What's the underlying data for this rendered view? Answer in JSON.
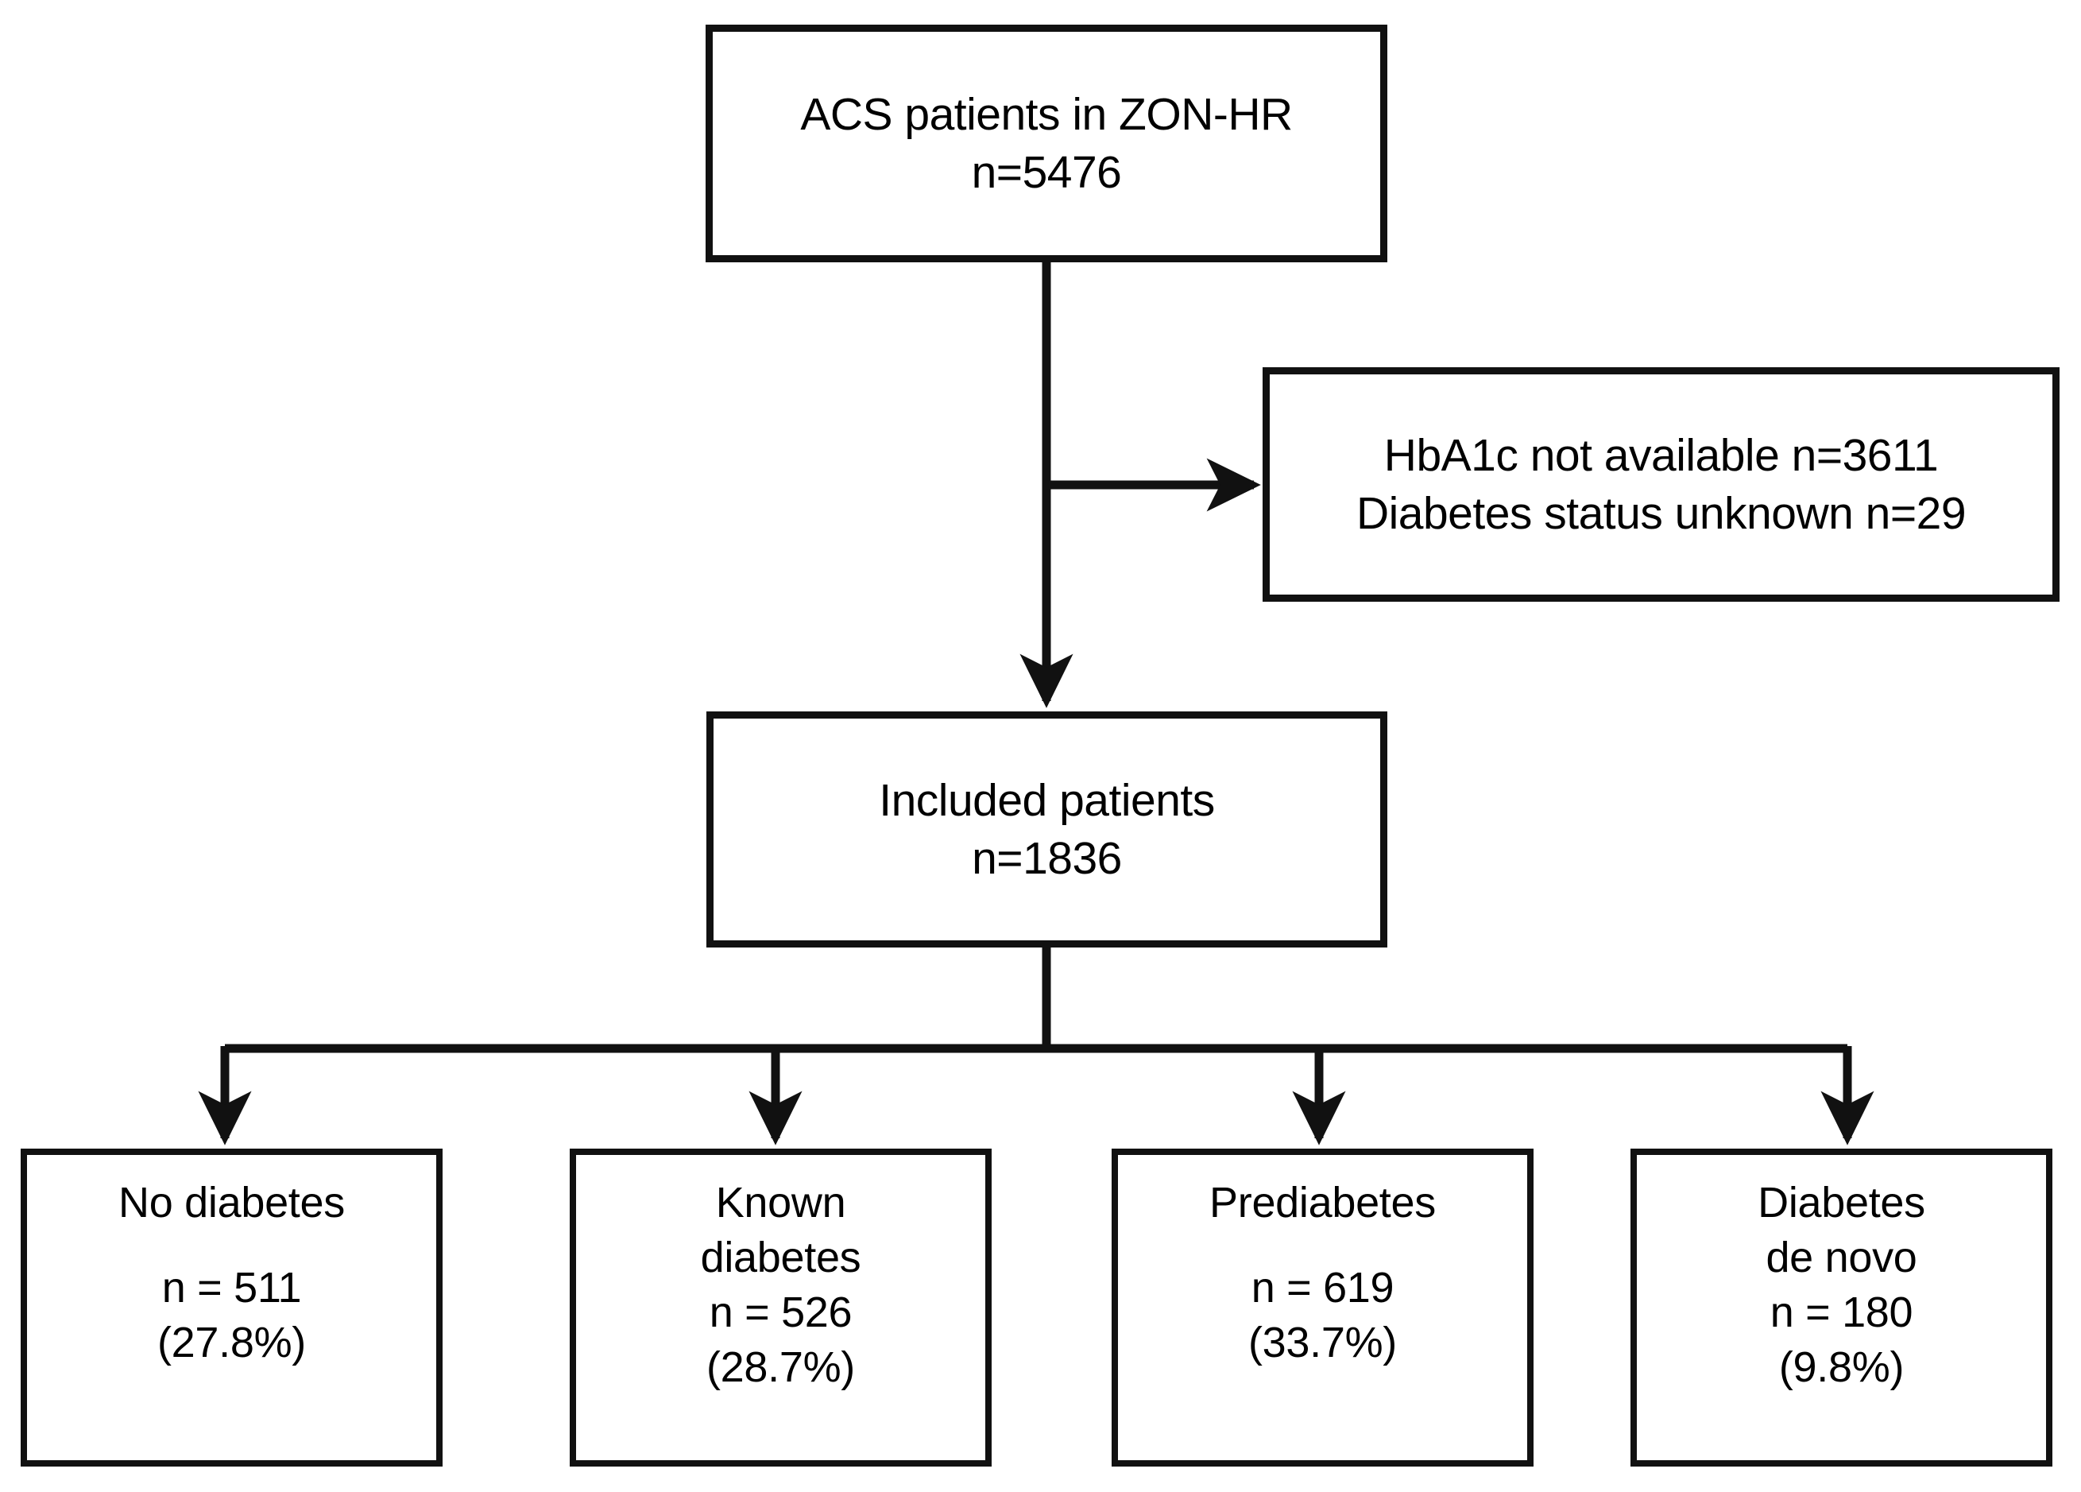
{
  "diagram": {
    "type": "flowchart",
    "orientation": "top-down",
    "colors": {
      "stroke": "#111111",
      "fill": "#ffffff",
      "text": "#000000"
    },
    "nodes": {
      "source": {
        "id": "source",
        "line1": "ACS patients in ZON-HR",
        "line2": "n=5476",
        "count": 5476
      },
      "excluded": {
        "id": "excluded",
        "line1": "HbA1c not available n=3611",
        "line2": "Diabetes status unknown n=29",
        "hba1c_not_available": 3611,
        "diabetes_status_unknown": 29
      },
      "included": {
        "id": "included",
        "line1": "Included patients",
        "line2": "n=1836",
        "count": 1836
      }
    },
    "leaves": [
      {
        "id": "no-diabetes",
        "title_line1": "No diabetes",
        "title_line2": "",
        "count_label": "n = 511",
        "percent_label": "(27.8%)",
        "count": 511,
        "percent": 27.8
      },
      {
        "id": "known-diabetes",
        "title_line1": "Known",
        "title_line2": "diabetes",
        "count_label": "n = 526",
        "percent_label": "(28.7%)",
        "count": 526,
        "percent": 28.7
      },
      {
        "id": "prediabetes",
        "title_line1": "Prediabetes",
        "title_line2": "",
        "count_label": "n = 619",
        "percent_label": "(33.7%)",
        "count": 619,
        "percent": 33.7
      },
      {
        "id": "diabetes-de-novo",
        "title_line1": "Diabetes",
        "title_line2": "de novo",
        "count_label": "n = 180",
        "percent_label": "(9.8%)",
        "count": 180,
        "percent": 9.8
      }
    ],
    "connectors": [
      {
        "id": "source-to-included",
        "kind": "vertical-arrow"
      },
      {
        "id": "source-to-excluded",
        "kind": "horizontal-arrow"
      },
      {
        "id": "included-to-leaves",
        "kind": "fan-out-bus"
      }
    ]
  }
}
